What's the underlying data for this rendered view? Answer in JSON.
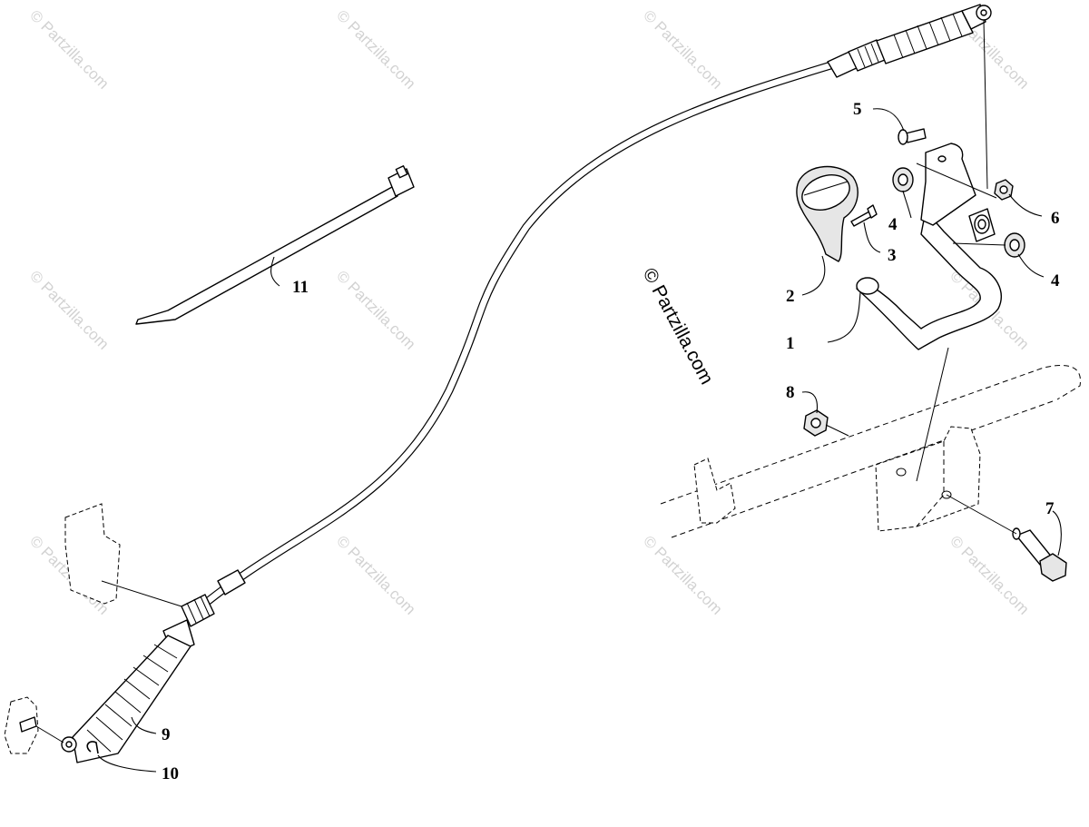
{
  "copyright": "© Partzilla.com",
  "watermark": "© Partzilla.com",
  "callouts": [
    {
      "id": "1",
      "label": "1"
    },
    {
      "id": "2",
      "label": "2"
    },
    {
      "id": "3",
      "label": "3"
    },
    {
      "id": "4a",
      "label": "4"
    },
    {
      "id": "4b",
      "label": "4"
    },
    {
      "id": "5",
      "label": "5"
    },
    {
      "id": "6",
      "label": "6"
    },
    {
      "id": "7",
      "label": "7"
    },
    {
      "id": "8",
      "label": "8"
    },
    {
      "id": "9",
      "label": "9"
    },
    {
      "id": "10",
      "label": "10"
    },
    {
      "id": "11",
      "label": "11"
    }
  ]
}
